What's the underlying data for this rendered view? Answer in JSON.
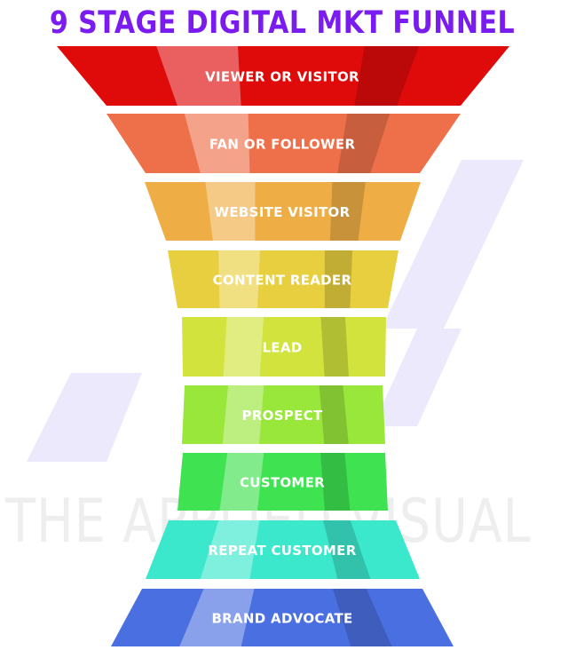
{
  "title": "9 STAGE DIGITAL MKT FUNNEL",
  "watermark": "THE APPLIED VISUAL",
  "colors": {
    "title": "#7a1cf0"
  },
  "stages": [
    {
      "label": "VIEWER OR VISITOR",
      "color": "#df0a0a"
    },
    {
      "label": "FAN OR FOLLOWER",
      "color": "#ee704a"
    },
    {
      "label": "WEBSITE VISITOR",
      "color": "#eeae45"
    },
    {
      "label": "CONTENT READER",
      "color": "#e8cf3f"
    },
    {
      "label": "LEAD",
      "color": "#d2e33e"
    },
    {
      "label": "PROSPECT",
      "color": "#9ae73c"
    },
    {
      "label": "CUSTOMER",
      "color": "#3fe250"
    },
    {
      "label": "REPEAT CUSTOMER",
      "color": "#3ce8cc"
    },
    {
      "label": "BRAND ADVOCATE",
      "color": "#4a6fe0"
    }
  ]
}
